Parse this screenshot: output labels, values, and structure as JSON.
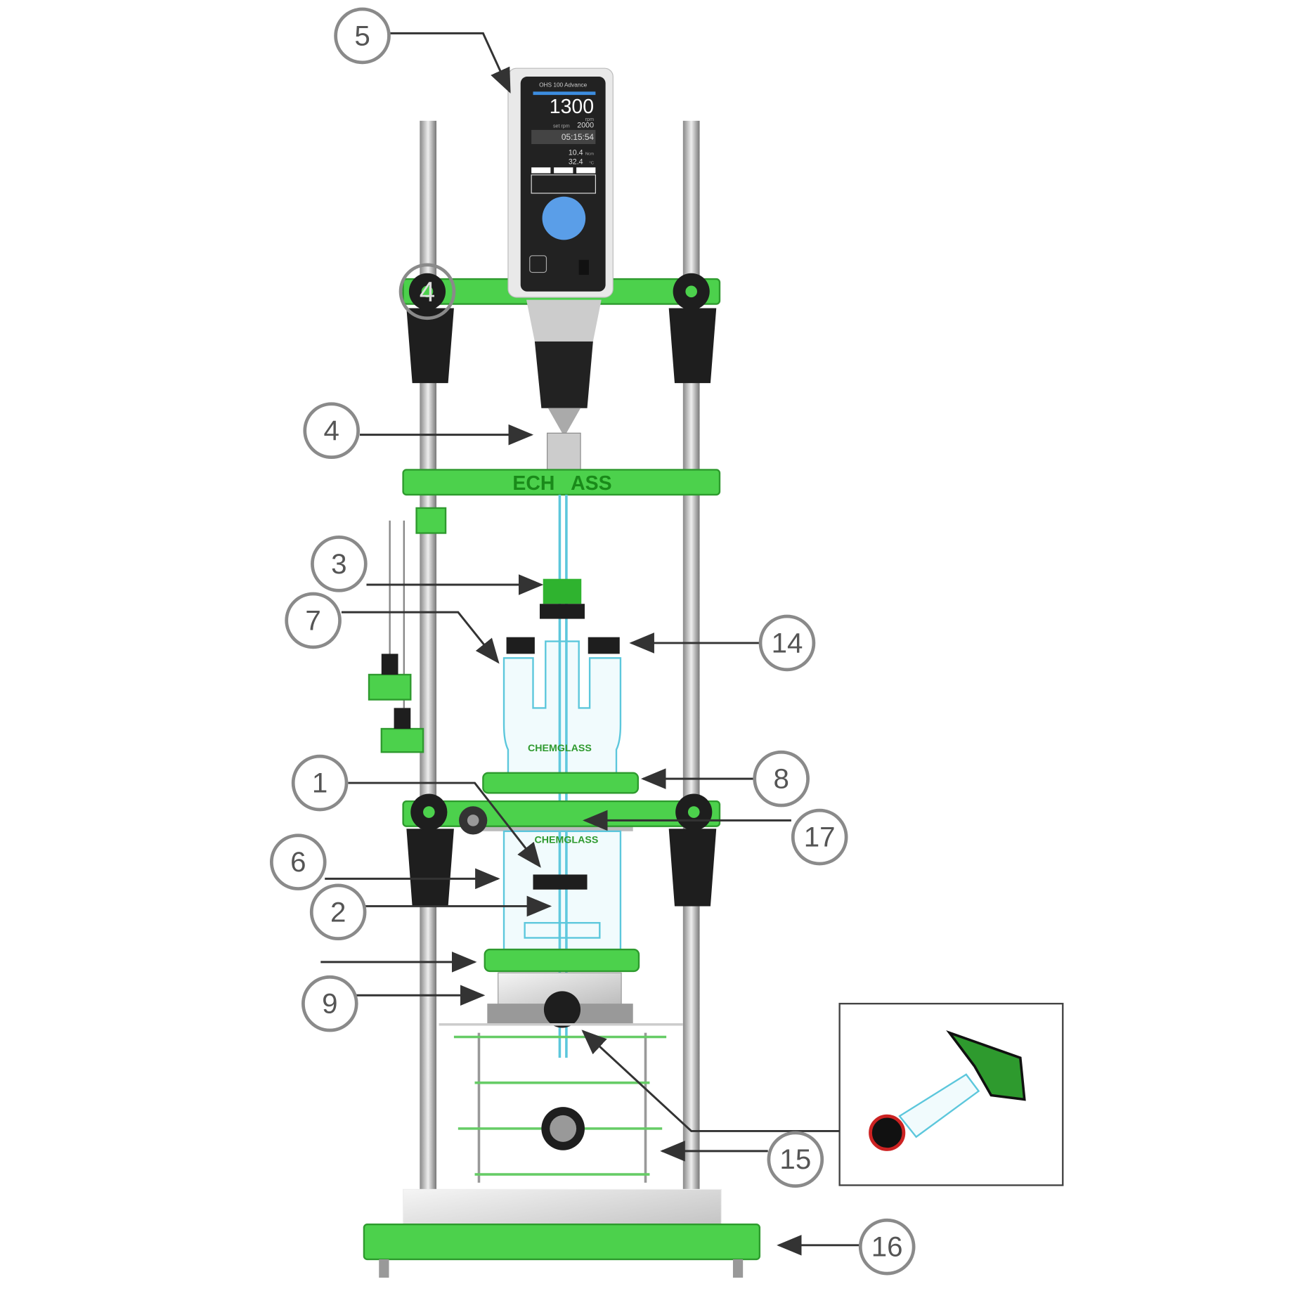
{
  "diagram": {
    "callouts": [
      "5",
      "4",
      "4",
      "3",
      "7",
      "14",
      "8",
      "1",
      "17",
      "6",
      "2",
      "9",
      "15",
      "16"
    ],
    "stirrer_display": {
      "model": "OHS 100 Advance",
      "speed": "1300",
      "speed_unit": "rpm",
      "set_label": "set rpm",
      "set_speed": "2000",
      "time": "05:15:54",
      "torque": "10.4",
      "torque_unit": "Ncm",
      "temp": "32.4",
      "temp_unit": "°C"
    },
    "brand_bar": "ECH   ASS",
    "vessel_brand": "CHEMGLASS",
    "colors": {
      "frame_green": "#4cd14c",
      "glass": "#5cc7dc",
      "callout_stroke": "#8a8a8a"
    }
  }
}
